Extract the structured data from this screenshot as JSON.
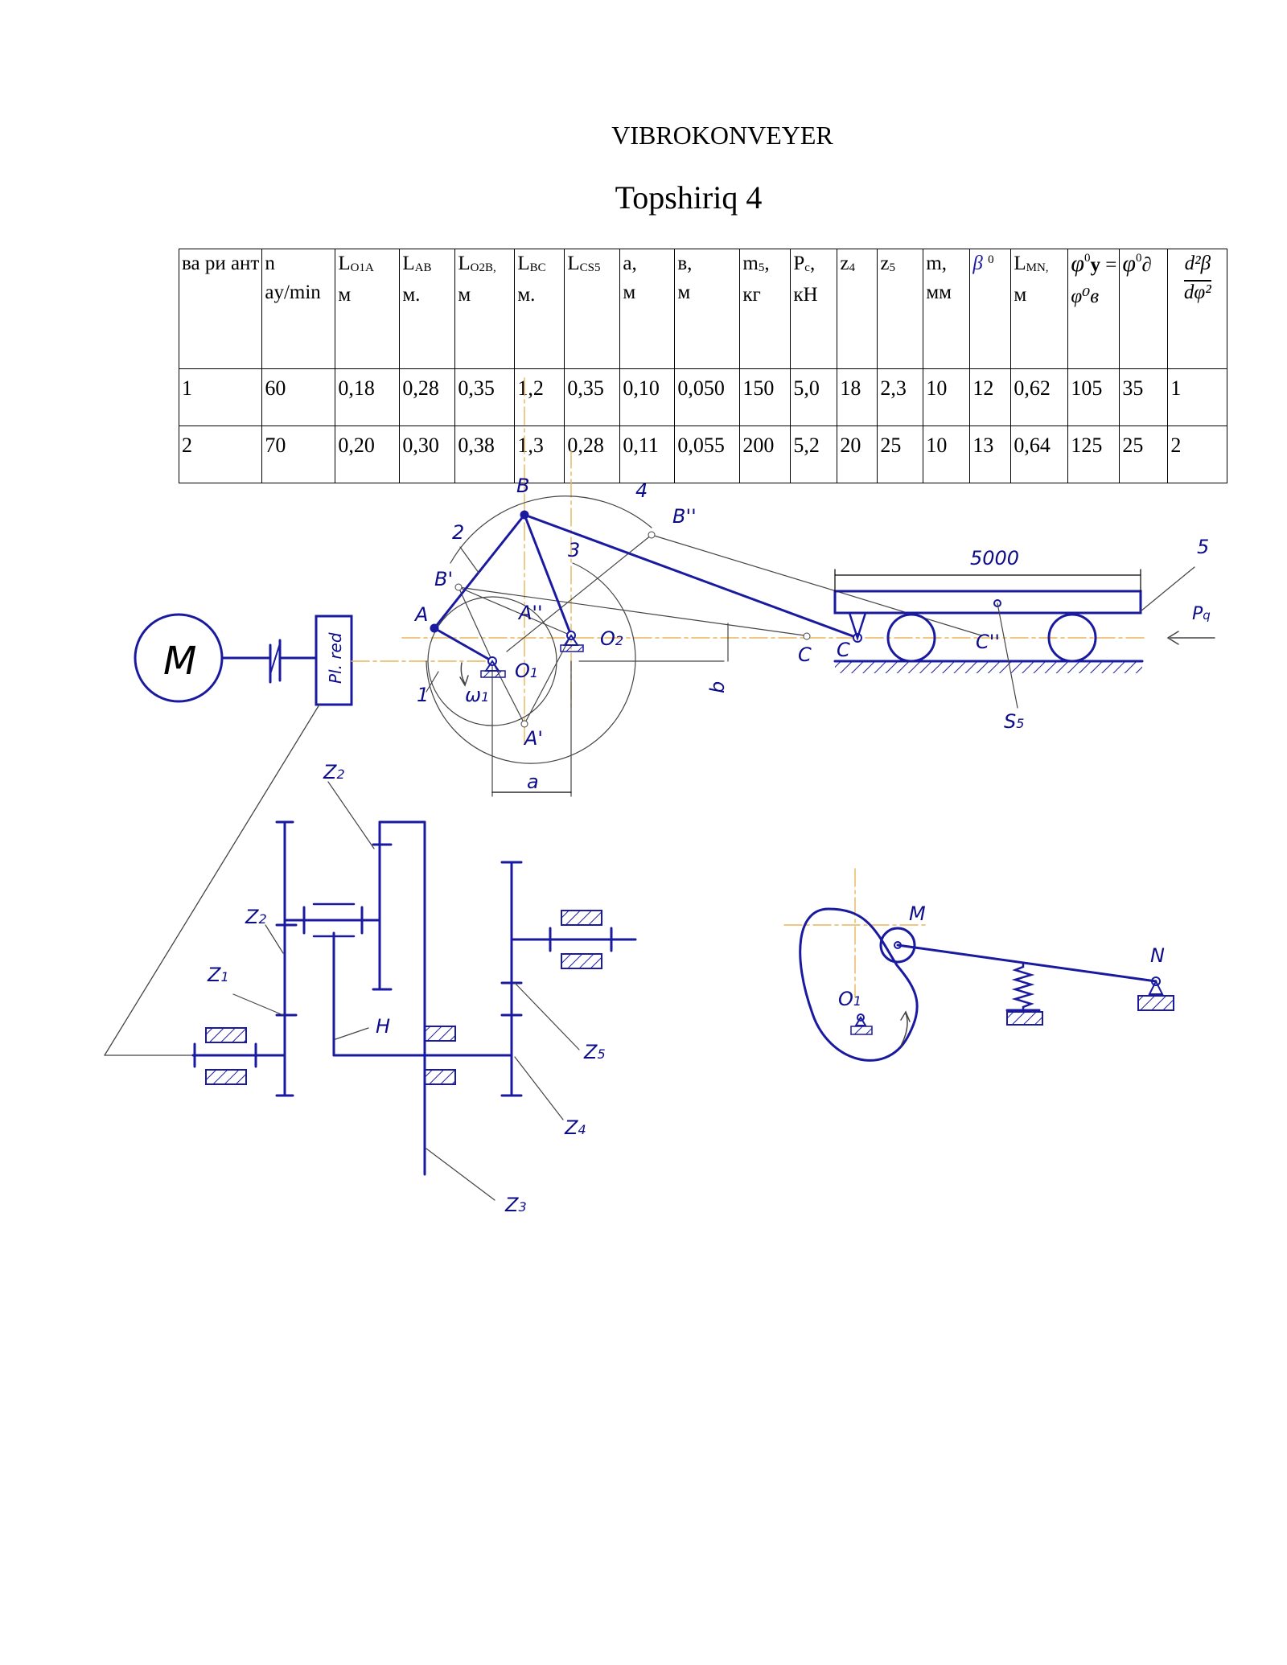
{
  "title": "VIBROKONVEYER",
  "subtitle": "Topshiriq 4",
  "table": {
    "headers": [
      {
        "main": "ва ри ант"
      },
      {
        "main": "n",
        "unit": "ay/min"
      },
      {
        "main": "L",
        "sub": "O1A",
        "unit": "м"
      },
      {
        "main": "L",
        "sub": "AB",
        "unit": "м."
      },
      {
        "main": "L",
        "sub": "O2B,",
        "unit": "м"
      },
      {
        "main": "L",
        "sub": "BC",
        "unit": "м."
      },
      {
        "main": "L",
        "sub": "CS5",
        "unit": ""
      },
      {
        "main": "а,",
        "unit": "м"
      },
      {
        "main": "в,",
        "unit": "м"
      },
      {
        "main": "m",
        "sub": "5",
        "tail": ",",
        "unit": "кг"
      },
      {
        "main": "P",
        "sub": "c",
        "tail": ",",
        "unit": "кН"
      },
      {
        "main": "z",
        "sub": "4",
        "unit": ""
      },
      {
        "main": "z",
        "sub": "5",
        "unit": ""
      },
      {
        "main": "m,",
        "unit": "мм"
      },
      {
        "main": "β",
        "sup": "0",
        "unit": ""
      },
      {
        "main": "L",
        "sub": "MN,",
        "unit": "м"
      },
      {
        "main": "φ",
        "sup": "0",
        "sub": "y",
        "tail": " =",
        "unit": "φ⁰в"
      },
      {
        "main": "φ",
        "sup": "0",
        "sub": "∂",
        "unit": ""
      },
      {
        "main": "d²β",
        "unit": "dφ²"
      }
    ],
    "rows": [
      [
        "1",
        "60",
        "0,18",
        "0,28",
        "0,35",
        "1,2",
        "0,35",
        "0,10",
        "0,050",
        "150",
        "5,0",
        "18",
        "2,3",
        "10",
        "12",
        "0,62",
        "105",
        "35",
        "1"
      ],
      [
        "2",
        "70",
        "0,20",
        "0,30",
        "0,38",
        "1,3",
        "0,28",
        "0,11",
        "0,055",
        "200",
        "5,2",
        "20",
        "25",
        "10",
        "13",
        "0,64",
        "125",
        "25",
        "2"
      ]
    ]
  },
  "diagram": {
    "motor_label": "M",
    "reducer_label": "Pl. red",
    "point_labels": {
      "B": "B",
      "B1": "B'",
      "B2": "B''",
      "A": "A",
      "A1": "A'",
      "A2": "A''",
      "O1": "O",
      "O1_sub": "1",
      "O2": "O",
      "O2_sub": "2",
      "C": "C",
      "C2": "C''",
      "S5": "S",
      "S5_sub": "5",
      "omega": "ω",
      "omega_sub": "1",
      "link1": "1",
      "link2": "2",
      "link3": "3",
      "link4": "4",
      "link5": "5",
      "dim_a": "a",
      "dim_b": "b",
      "Pq": "P",
      "Pq_sub": "q"
    },
    "platform_length": "5000",
    "gear_labels": {
      "z2_top": "Z",
      "z2_top_sub": "2",
      "z2": "Z",
      "z2_sub": "2",
      "z1": "Z",
      "z1_sub": "1",
      "H": "H",
      "z5": "Z",
      "z5_sub": "5",
      "z4": "Z",
      "z4_sub": "4",
      "z3": "Z",
      "z3_sub": "3"
    },
    "cam_labels": {
      "M": "M",
      "N": "N",
      "O1": "O",
      "O1_sub": "1"
    }
  }
}
